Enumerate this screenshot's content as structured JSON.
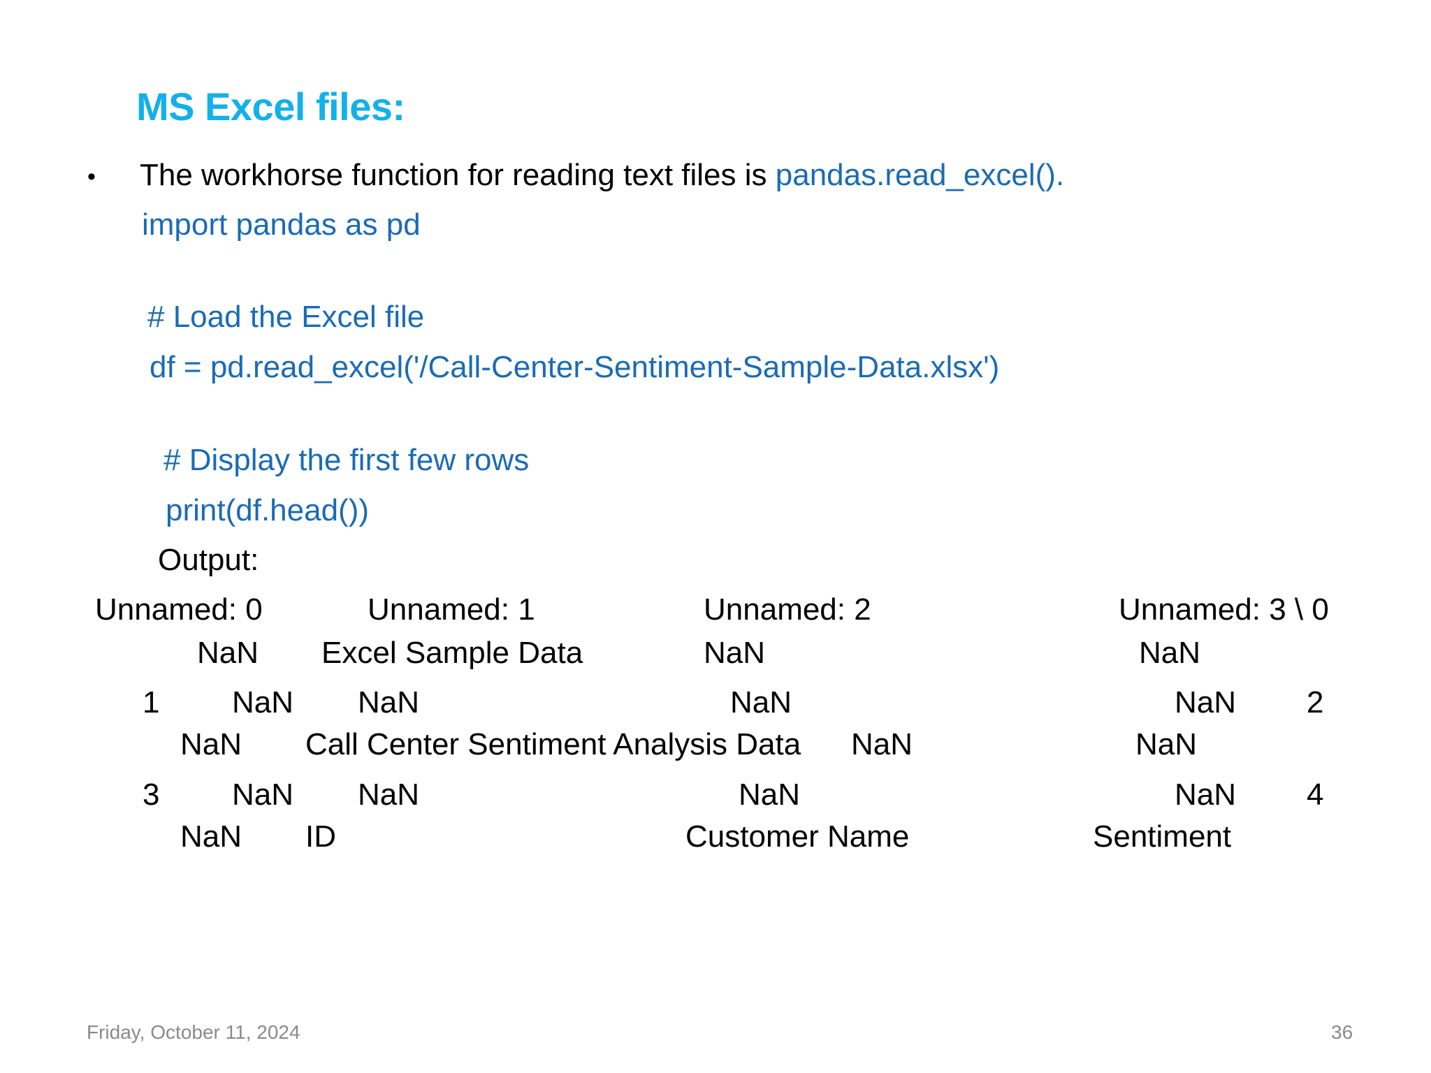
{
  "slide": {
    "title": "MS Excel files:",
    "bullet_text": "The workhorse function for reading text files is ",
    "bullet_code": "pandas.read_excel().",
    "code_lines": [
      "import pandas as pd",
      "# Load the Excel file",
      "df = pd.read_excel('/Call-Center-Sentiment-Sample-Data.xlsx')",
      "# Display the first few rows",
      "print(df.head())"
    ],
    "output_label": "Output:",
    "output": {
      "r0": [
        "Unnamed: 0",
        "Unnamed: 1",
        "Unnamed: 2",
        "Unnamed: 3 \\ 0"
      ],
      "r1": [
        "NaN",
        "Excel Sample Data",
        "NaN",
        "NaN"
      ],
      "r2": [
        "1",
        "NaN",
        "NaN",
        "NaN",
        "NaN",
        "2"
      ],
      "r3": [
        "NaN",
        "Call Center Sentiment Analysis Data",
        "NaN",
        "NaN"
      ],
      "r4": [
        "3",
        "NaN",
        "NaN",
        "NaN",
        "NaN",
        "4"
      ],
      "r5": [
        "NaN",
        "ID",
        "Customer Name",
        "Sentiment"
      ]
    }
  },
  "footer": {
    "date": "Friday, October 11, 2024",
    "page_number": "36"
  }
}
